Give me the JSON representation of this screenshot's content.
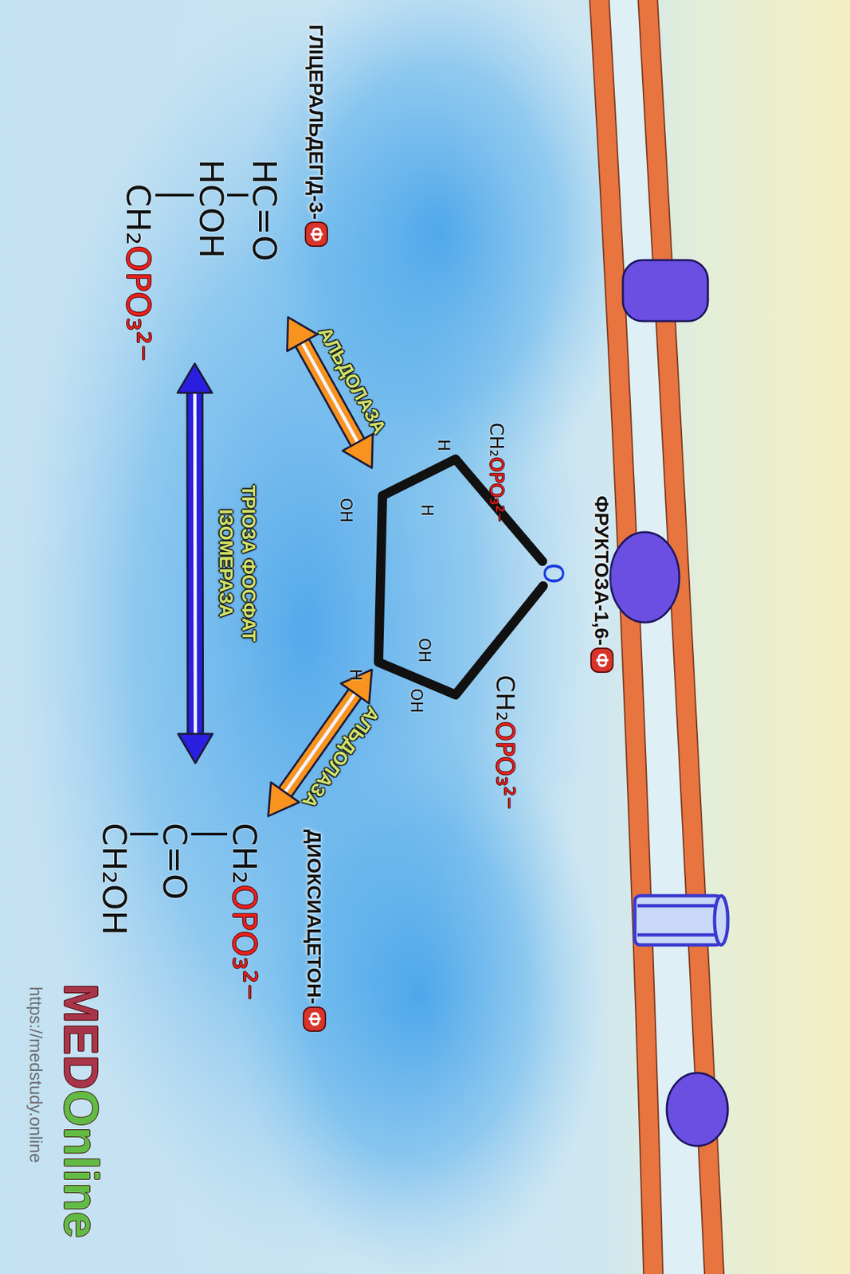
{
  "diagram": {
    "nodes": [
      {
        "text": [
          "ФРУКТОЗА-1,6-",
          "Ф"
        ]
      },
      {
        "text": [
          "ГЛІЦЕРАЛЬДЕГІД-3-",
          "Ф"
        ]
      },
      {
        "text": [
          "ДИОКСИАЦЕТОН-",
          "Ф"
        ]
      }
    ],
    "edges": [
      {
        "from": 0,
        "to": 1,
        "arrow": "both",
        "label": "АЛЬДОЛАЗА"
      },
      {
        "from": 0,
        "to": 2,
        "arrow": "both",
        "label": "АЛЬДОЛАЗА"
      },
      {
        "from": 1,
        "to": 2,
        "arrow": "both",
        "label": "ТРІОЗА ФОСФАТ ІЗОМЕРАЗА"
      }
    ],
    "labels": [
      "CH₂",
      "OPO₃²⁻",
      "H",
      "H",
      "OH",
      "OH",
      "H",
      "OH",
      "CH₂",
      "OPO₃²⁻",
      "HC=O",
      "HCOH",
      "CH₂",
      "OPO₃²⁻",
      "CH₂",
      "OPO₃²⁻",
      "C=O",
      "CH₂OH",
      "O",
      "MED",
      "Online",
      "https://medstudy.online"
    ]
  }
}
